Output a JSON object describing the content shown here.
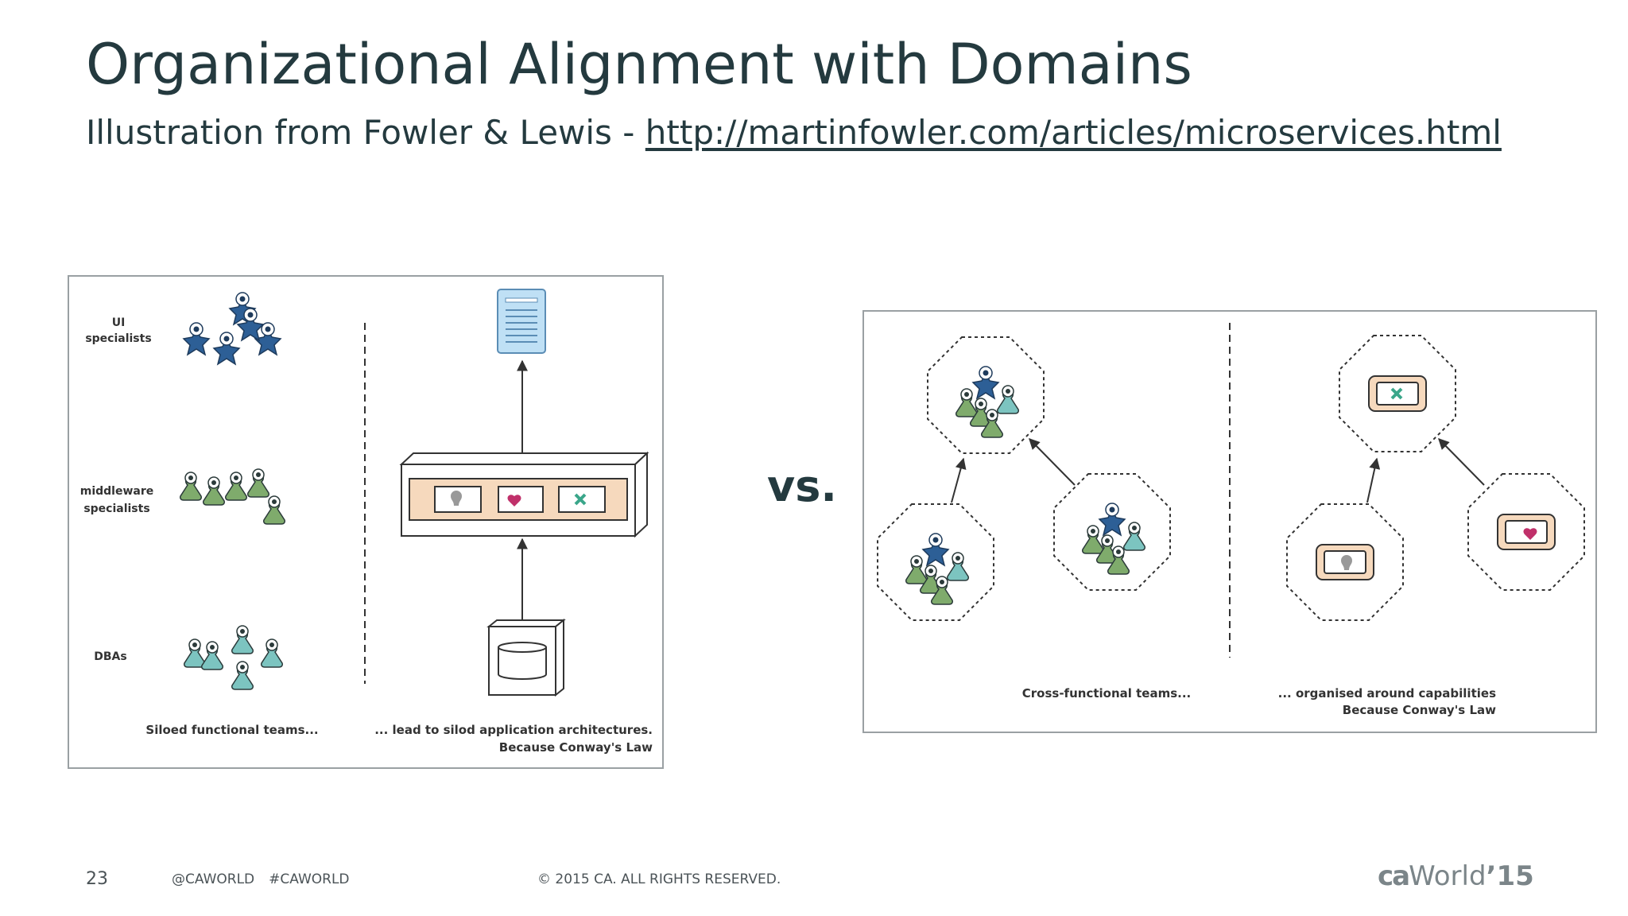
{
  "slide": {
    "title": "Organizational Alignment with Domains",
    "subtitle_prefix": "Illustration from Fowler & Lewis - ",
    "subtitle_link": "http://martinfowler.com/articles/microservices.html",
    "vs": "vs."
  },
  "left_figure": {
    "ui_label_1": "UI",
    "ui_label_2": "specialists",
    "mw_label_1": "middleware",
    "mw_label_2": "specialists",
    "dba_label": "DBAs",
    "caption_left": "Siloed functional teams...",
    "caption_right_1": "... lead to silod application architectures.",
    "caption_right_2": "Because Conway's Law"
  },
  "right_figure": {
    "caption_left": "Cross-functional teams...",
    "caption_right_1": "... organised around capabilities",
    "caption_right_2": "Because Conway's Law"
  },
  "footer": {
    "page_number": "23",
    "handle": "@CAWORLD",
    "hashtag": "#CAWORLD",
    "copyright": "© 2015 CA. ALL RIGHTS RESERVED.",
    "brand_ca": "ca",
    "brand_world": "World",
    "brand_year": "’15"
  },
  "colors": {
    "text": "#243a3f",
    "ui_team": "#2d5f96",
    "middleware_team": "#7fab6c",
    "dba_team": "#7cc4c0",
    "component_fill": "#f6d9bd"
  },
  "icons": [
    "person-icon",
    "document-icon",
    "database-icon",
    "arrow-icon"
  ]
}
